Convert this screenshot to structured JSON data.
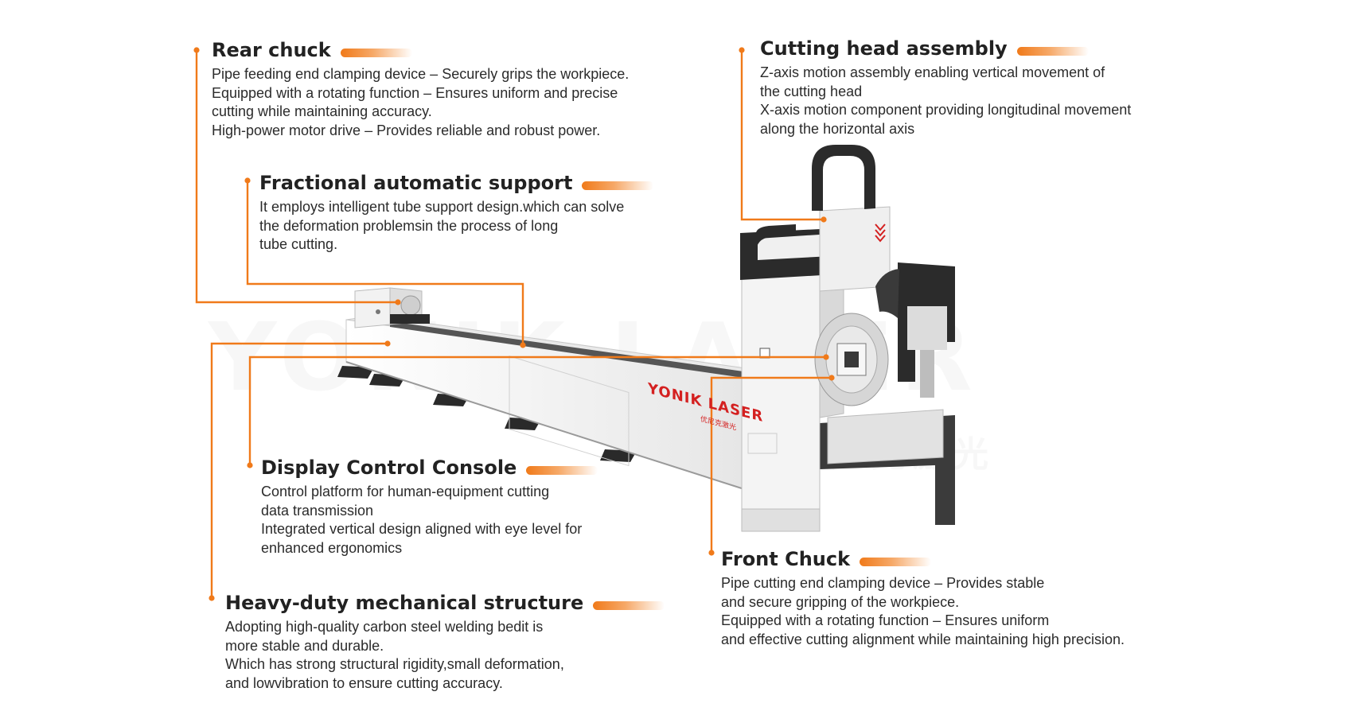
{
  "brand": {
    "machine_logo": "YONIK LASER",
    "machine_logo_sub": "优尼克激光",
    "watermark_main": "YONIK LASER",
    "watermark_sub": "尤尼克激光",
    "accent_color": "#f07a1a",
    "logo_color": "#d42020"
  },
  "callouts": {
    "rear_chuck": {
      "title": "Rear chuck",
      "lines": [
        "Pipe feeding end clamping device – Securely grips the workpiece.",
        "Equipped with a rotating function – Ensures uniform and precise",
        "cutting while maintaining accuracy.",
        "High-power motor drive – Provides reliable and robust power."
      ]
    },
    "fractional_support": {
      "title": "Fractional automatic support",
      "lines": [
        "It employs intelligent tube support design.which can solve",
        "the deformation problemsin the process of long",
        "tube cutting."
      ]
    },
    "cutting_head": {
      "title": "Cutting head assembly",
      "lines": [
        "Z-axis motion assembly enabling vertical movement of",
        "the cutting head",
        "X-axis motion component providing longitudinal movement",
        "along the horizontal axis"
      ]
    },
    "display_console": {
      "title": "Display Control Console",
      "lines": [
        "Control platform for human-equipment cutting",
        "data transmission",
        "Integrated vertical design aligned with eye level for",
        "enhanced ergonomics"
      ]
    },
    "front_chuck": {
      "title": "Front Chuck",
      "lines": [
        "Pipe cutting end clamping device – Provides stable",
        "and secure gripping of the workpiece.",
        "Equipped with a rotating function – Ensures uniform",
        "and effective cutting alignment while maintaining high precision."
      ]
    },
    "mechanical_structure": {
      "title": "Heavy-duty mechanical structure",
      "lines": [
        "Adopting high-quality carbon steel welding bedit is",
        "more stable and durable.",
        "Which has strong structural rigidity,small deformation,",
        "and lowvibration to ensure cutting accuracy."
      ]
    }
  }
}
